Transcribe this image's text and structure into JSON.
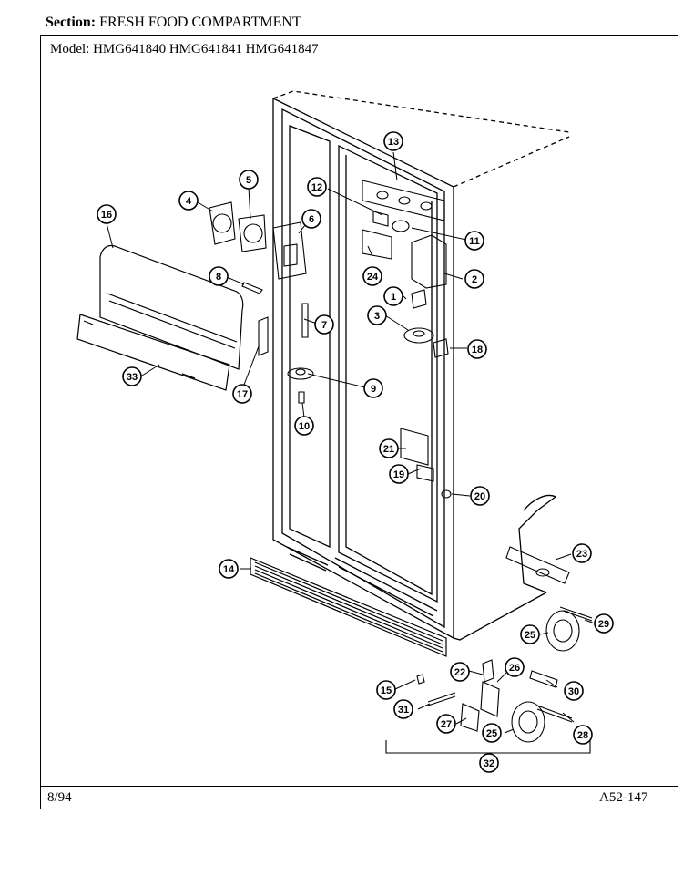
{
  "header": {
    "section_label": "Section:",
    "section_value": "FRESH FOOD COMPARTMENT",
    "model_label": "Model:",
    "models": "HMG641840  HMG641841  HMG641847"
  },
  "footer": {
    "date": "8/94",
    "code": "A52-147"
  },
  "callouts": [
    "1",
    "2",
    "3",
    "4",
    "5",
    "6",
    "7",
    "8",
    "9",
    "10",
    "11",
    "12",
    "13",
    "14",
    "15",
    "16",
    "17",
    "18",
    "19",
    "20",
    "21",
    "22",
    "23",
    "24",
    "25",
    "25",
    "26",
    "27",
    "28",
    "29",
    "30",
    "31",
    "32",
    "33"
  ]
}
